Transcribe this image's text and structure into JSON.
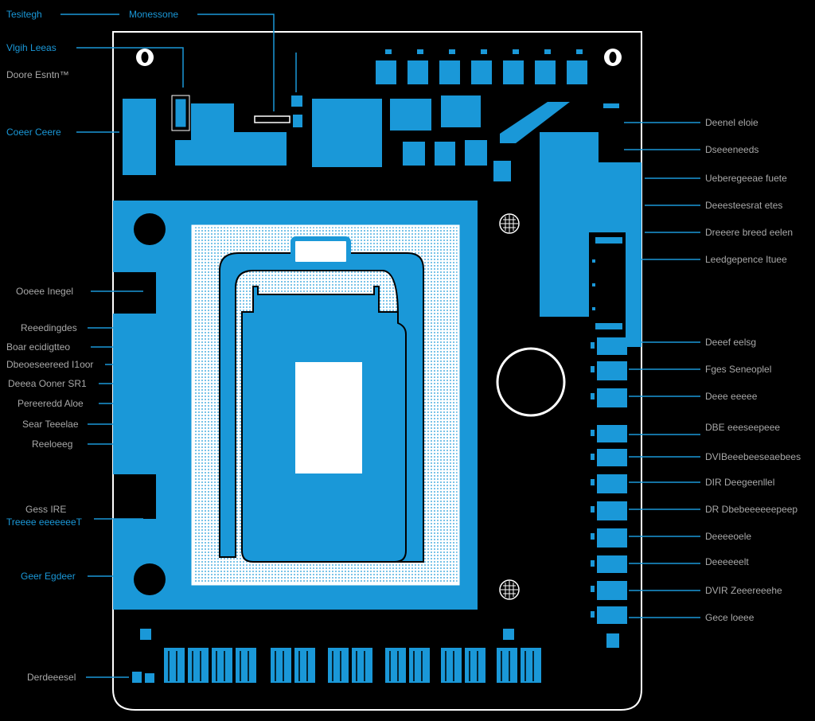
{
  "colors": {
    "background": "#000000",
    "component": "#1a98d8",
    "outline": "#ffffff",
    "blue_label": "#1a98d8",
    "grey_label": "#a8a8a8",
    "leader_line": "#1a98d8"
  },
  "labels_left": [
    {
      "text": "Tesitegh",
      "color": "blue"
    },
    {
      "text": "Vlgih Leeas",
      "color": "blue"
    },
    {
      "text": "Doore Esntn™",
      "color": "grey"
    },
    {
      "text": "Coeer Ceere",
      "color": "blue"
    },
    {
      "text": "Ooeee Inegel",
      "color": "grey"
    },
    {
      "text": "Reeedingdes",
      "color": "grey"
    },
    {
      "text": "Boar ecidigtteo",
      "color": "grey"
    },
    {
      "text": "Dbeoeseereed I1oor",
      "color": "grey"
    },
    {
      "text": "Deeea Ooner SR1",
      "color": "grey"
    },
    {
      "text": "Pereeredd Aloe",
      "color": "grey"
    },
    {
      "text": "Sear Teeelae",
      "color": "grey"
    },
    {
      "text": "Reeloeeg",
      "color": "grey"
    },
    {
      "text": "Gess IRE",
      "color": "grey"
    },
    {
      "text": "Treeee eeeeeeeT",
      "color": "blue"
    },
    {
      "text": "Geer Egdeer",
      "color": "blue"
    },
    {
      "text": "Derdeeesel",
      "color": "grey"
    }
  ],
  "labels_top": [
    {
      "text": "Monessone",
      "color": "blue"
    }
  ],
  "labels_right": [
    {
      "text": "Deenel eloie",
      "color": "grey"
    },
    {
      "text": "Dseeeneeds",
      "color": "grey"
    },
    {
      "text": "Ueberegeeae fuete",
      "color": "grey"
    },
    {
      "text": "Deeesteesrat etes",
      "color": "grey"
    },
    {
      "text": "Dreeere breed eelen",
      "color": "grey"
    },
    {
      "text": "Leedgepence Ituee",
      "color": "grey"
    },
    {
      "text": "Deeef eelsg",
      "color": "grey"
    },
    {
      "text": "Fges Seneoplel",
      "color": "grey"
    },
    {
      "text": "Deee eeeee",
      "color": "grey"
    },
    {
      "text": "DBE eeeseepeee",
      "color": "grey"
    },
    {
      "text": "DVIBeeebeeseaebees",
      "color": "grey"
    },
    {
      "text": "DIR Deegeenllel",
      "color": "grey"
    },
    {
      "text": "DR Dbebeeeeeepeep",
      "color": "grey"
    },
    {
      "text": "Deeeeoele",
      "color": "grey"
    },
    {
      "text": "Deeeeeelt",
      "color": "grey"
    },
    {
      "text": "DVIR Zeeereeehe",
      "color": "grey"
    },
    {
      "text": "Gece loeee",
      "color": "grey"
    }
  ]
}
